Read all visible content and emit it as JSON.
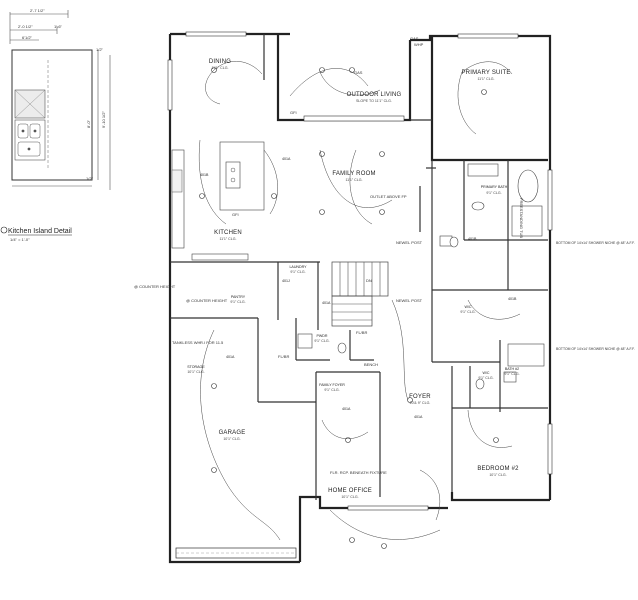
{
  "detail": {
    "title": "Kitchen Island Detail",
    "scale": "1/4\" = 1'-0\"",
    "dims": [
      "2'-7 1/2\"",
      "2'-0 1/2\"",
      "1'-6\"",
      "6'1/2\"",
      "1/2\"",
      "8'-0\"",
      "9'-10 1/2\"",
      "1/2\""
    ]
  },
  "rooms": [
    {
      "name": "DINING",
      "ceiling": "11'1\" CLG."
    },
    {
      "name": "OUTDOOR LIVING",
      "ceiling": "SLOPE TO 11'1\" CLG."
    },
    {
      "name": "PRIMARY SUITE",
      "ceiling": "11'1\" CLG."
    },
    {
      "name": "FAMILY ROOM",
      "ceiling": "11'1\" CLG."
    },
    {
      "name": "KITCHEN",
      "ceiling": "11'1\" CLG."
    },
    {
      "name": "PRIMARY BATH",
      "ceiling": "9'1\" CLG."
    },
    {
      "name": "LAUNDRY",
      "ceiling": "9'1\" CLG."
    },
    {
      "name": "PANTRY",
      "ceiling": "9'1\" CLG."
    },
    {
      "name": "W/C",
      "ceiling": "9'1\" CLG."
    },
    {
      "name": "PWDR",
      "ceiling": "9'1\" CLG."
    },
    {
      "name": "STORAGE",
      "ceiling": "10'1\" CLG."
    },
    {
      "name": "GARAGE",
      "ceiling": "10'1\" CLG."
    },
    {
      "name": "FAMILY FOYER",
      "ceiling": "9'1\" CLG."
    },
    {
      "name": "FOYER",
      "ceiling": "20'& 9\" CLG."
    },
    {
      "name": "BATH #2",
      "ceiling": "9'1\" CLG."
    },
    {
      "name": "W/C",
      "ceiling": "9'1\" CLG."
    },
    {
      "name": "BEDROOM #2",
      "ceiling": "10'1\" CLG."
    },
    {
      "name": "HOME OFFICE",
      "ceiling": "10'1\" CLG."
    }
  ],
  "notes": {
    "gas": "GAS",
    "gfi": "GFI",
    "whp": "WHP",
    "outlet_above_fp": "OUTLET ABOVE FP",
    "newel_post": "NEWEL POST",
    "counter_height": "@ COUNTER HEIGHT",
    "tankless": "TANKLESS WH",
    "rifor": "R.I FOR 11.5",
    "fl_rec": "FLR. RCP. BENEATH FIXTURE",
    "bench": "BENCH",
    "fl_br": "FL/BR",
    "freestanding_tub": "FREESTANDING TUB",
    "shower_niche_1": "BOTTOM OF 14'x14' SHOWER NICHE @ 48\" A.F.F.",
    "shower_niche_2": "BOTTOM OF 14'x14' SHOWER NICHE @ 48\" A.F.F.",
    "dn": "DN",
    "tags": [
      "401A",
      "401B",
      "401B",
      "401J",
      "401A",
      "401A",
      "401A",
      "401A",
      "401B"
    ]
  }
}
